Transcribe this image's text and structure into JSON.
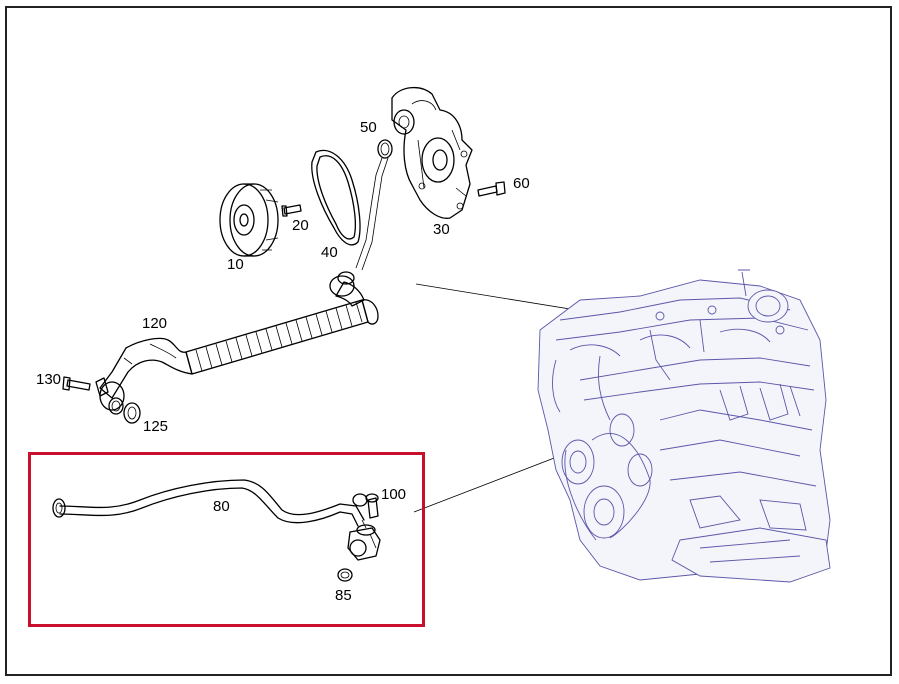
{
  "colors": {
    "frame": "#222222",
    "highlight": "#c8102e",
    "engine_lines": "#5b57a8"
  },
  "callouts": {
    "p10": "10",
    "p20": "20",
    "p30": "30",
    "p40": "40",
    "p50": "50",
    "p60": "60",
    "p80": "80",
    "p85": "85",
    "p100": "100",
    "p120": "120",
    "p125": "125",
    "p130": "130"
  }
}
